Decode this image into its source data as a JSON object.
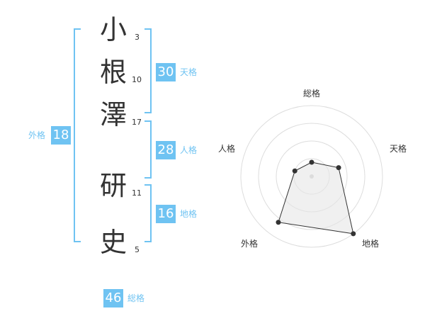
{
  "name": {
    "characters": [
      {
        "char": "小",
        "strokes": "3"
      },
      {
        "char": "根",
        "strokes": "10"
      },
      {
        "char": "澤",
        "strokes": "17"
      },
      {
        "char": "研",
        "strokes": "11"
      },
      {
        "char": "史",
        "strokes": "5"
      }
    ]
  },
  "scores": {
    "tenkaku": {
      "value": "30",
      "label": "天格"
    },
    "jinkaku": {
      "value": "28",
      "label": "人格"
    },
    "chikaku": {
      "value": "16",
      "label": "地格"
    },
    "gaikaku": {
      "value": "18",
      "label": "外格"
    },
    "soukaku": {
      "value": "46",
      "label": "総格"
    }
  },
  "chart_data": {
    "type": "radar",
    "axes": [
      "総格",
      "天格",
      "地格",
      "外格",
      "人格"
    ],
    "values": [
      0.2,
      0.4,
      1.0,
      0.8,
      0.25
    ],
    "range": [
      0,
      1
    ],
    "rings": 4,
    "fill_color": "#e6e6e6",
    "line_color": "#333333"
  },
  "colors": {
    "accent": "#6fc3f2",
    "text": "#333333"
  }
}
